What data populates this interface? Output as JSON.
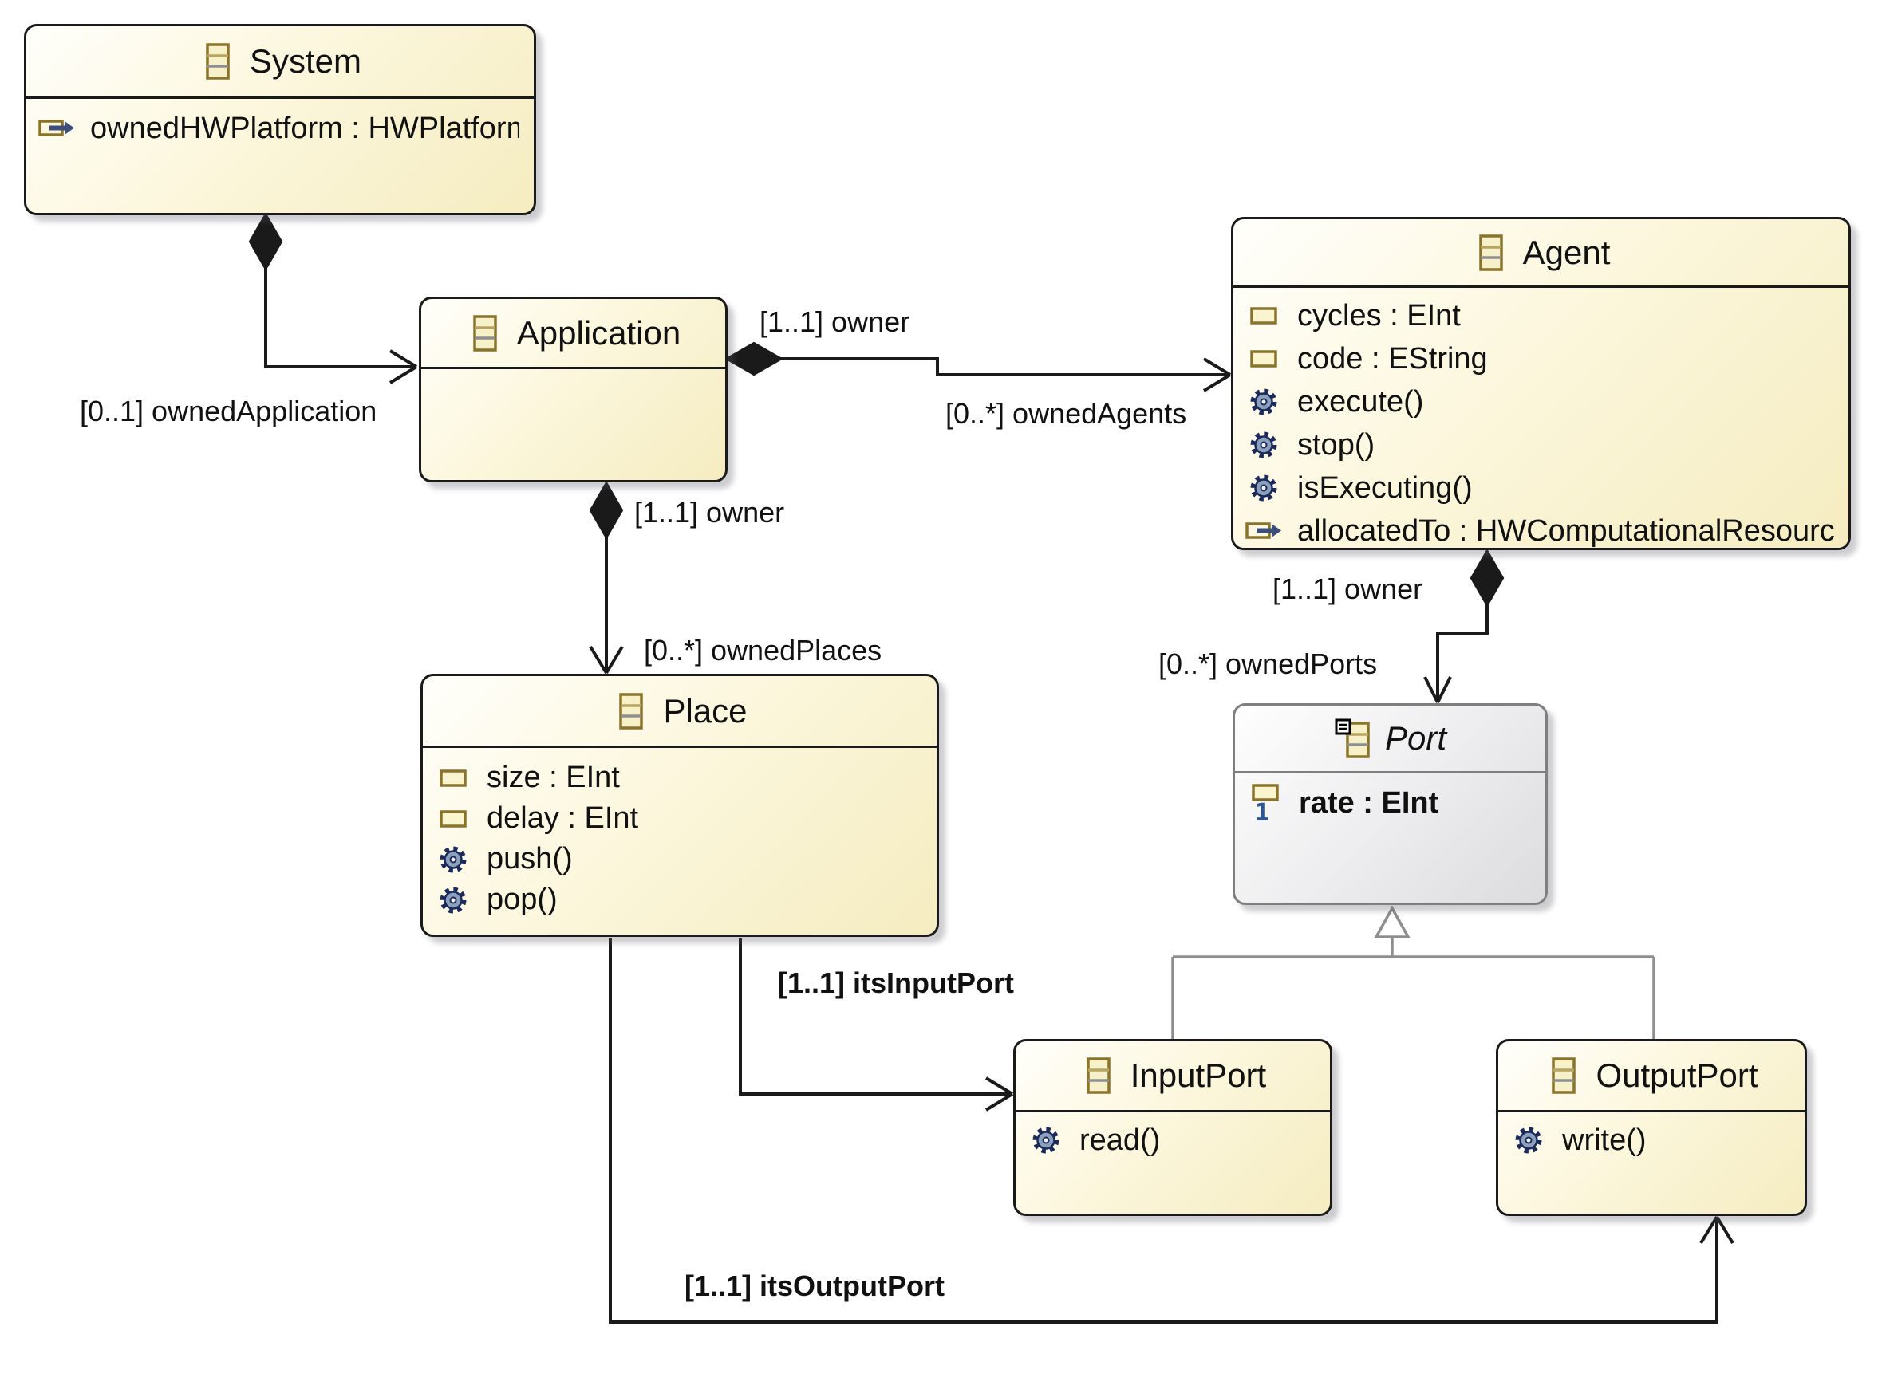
{
  "diagram_type": "ecore-class-diagram",
  "colors": {
    "node_fill_start": "#fffffb",
    "node_fill_end": "#f5ecc0",
    "node_border": "#1a1a1a",
    "abstract_fill_end": "#dcdcde",
    "abstract_border": "#7f7f7f",
    "edge": "#1a1a1a",
    "generalization": "#8e8e8e",
    "operation_icon_fill": "#8aa0bd",
    "operation_icon_border": "#1b2a5a",
    "attribute_icon_fill": "#faf4cf",
    "icon_border": "#8a742c",
    "reference_arrow": "#3c4e79",
    "multiplicity_one": "#2b5797"
  },
  "classes": [
    {
      "name": "System",
      "abstract": false,
      "members": [
        {
          "kind": "reference",
          "label": "ownedHWPlatform : HWPlatform"
        }
      ]
    },
    {
      "name": "Application",
      "abstract": false,
      "members": []
    },
    {
      "name": "Agent",
      "abstract": false,
      "members": [
        {
          "kind": "attribute",
          "label": "cycles : EInt"
        },
        {
          "kind": "attribute",
          "label": "code : EString"
        },
        {
          "kind": "operation",
          "label": "execute()"
        },
        {
          "kind": "operation",
          "label": "stop()"
        },
        {
          "kind": "operation",
          "label": "isExecuting()"
        },
        {
          "kind": "reference",
          "label": "allocatedTo : HWComputationalResource"
        }
      ]
    },
    {
      "name": "Place",
      "abstract": false,
      "members": [
        {
          "kind": "attribute",
          "label": "size : EInt"
        },
        {
          "kind": "attribute",
          "label": "delay : EInt"
        },
        {
          "kind": "operation",
          "label": "push()"
        },
        {
          "kind": "operation",
          "label": "pop()"
        }
      ]
    },
    {
      "name": "Port",
      "abstract": true,
      "members": [
        {
          "kind": "attribute-one",
          "label": "rate : EInt"
        }
      ]
    },
    {
      "name": "InputPort",
      "abstract": false,
      "members": [
        {
          "kind": "operation",
          "label": "read()"
        }
      ]
    },
    {
      "name": "OutputPort",
      "abstract": false,
      "members": [
        {
          "kind": "operation",
          "label": "write()"
        }
      ]
    }
  ],
  "edge_labels": {
    "owned_application": "[0..1] ownedApplication",
    "owner_agents": "[1..1] owner",
    "owned_agents": "[0..*] ownedAgents",
    "owner_places": "[1..1] owner",
    "owned_places": "[0..*] ownedPlaces",
    "owner_ports": "[1..1] owner",
    "owned_ports": "[0..*] ownedPorts",
    "its_input_port": "[1..1] itsInputPort",
    "its_output_port": "[1..1] itsOutputPort"
  }
}
